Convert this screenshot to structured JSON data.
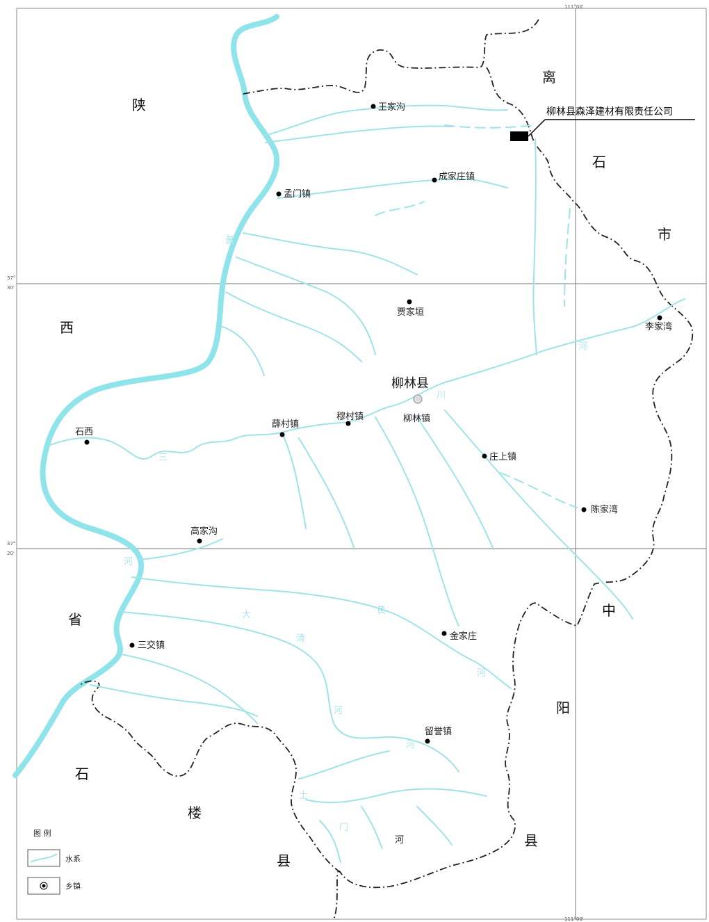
{
  "map": {
    "company_label": "柳林县森泽建材有限责任公司",
    "county_seat": "柳林县",
    "regions": {
      "shaanxi": [
        "陕",
        "西",
        "省"
      ],
      "lishi": [
        "离",
        "石",
        "市"
      ],
      "zhongyang": [
        "中",
        "阳",
        "县"
      ],
      "shilou": [
        "石",
        "楼",
        "县"
      ]
    },
    "towns": [
      "王家沟",
      "成家庄镇",
      "孟门镇",
      "贾家垣",
      "李家湾",
      "柳林镇",
      "薛村镇",
      "穆村镇",
      "石西",
      "庄上镇",
      "陈家湾",
      "高家沟",
      "金家庄",
      "三交镇",
      "留誉镇"
    ],
    "river_labels": [
      "黄",
      "河",
      "三",
      "川",
      "河",
      "大",
      "黄",
      "河",
      "清",
      "河",
      "土",
      "门",
      "河"
    ],
    "coordinates": {
      "top_lon": "111°00'",
      "bottom_lon": "111°00'",
      "lat_upper_deg": "37°",
      "lat_upper_min": "30'",
      "lat_lower_deg": "37°",
      "lat_lower_min": "20'"
    },
    "legend": {
      "title": "图  例",
      "water": "水系",
      "town": "乡镇"
    },
    "colors": {
      "river": "#9fe3e8",
      "boundary": "#222222",
      "marker": "#000000"
    }
  }
}
